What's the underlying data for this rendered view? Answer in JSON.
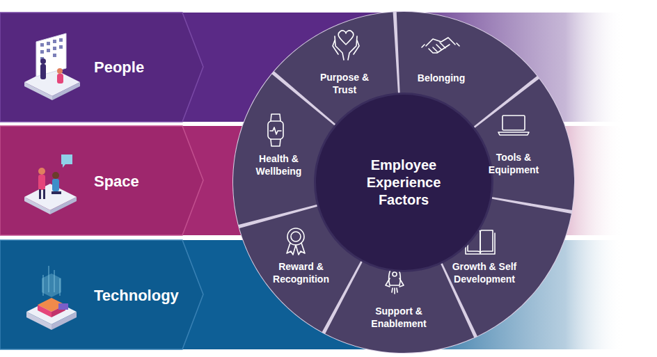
{
  "diagram": {
    "nodes": [
      {
        "text": [
          "People"
        ]
      },
      {
        "text": [
          "Space"
        ]
      },
      {
        "text": [
          "Technology"
        ]
      },
      {
        "text": [
          "Employee Experience Factors"
        ]
      },
      {
        "text": [
          "Purpose & Trust"
        ]
      },
      {
        "text": [
          "Belonging"
        ]
      },
      {
        "text": [
          "Tools & Equipment"
        ]
      },
      {
        "text": [
          "Growth & Self Development"
        ]
      },
      {
        "text": [
          "Support & Enablement"
        ]
      },
      {
        "text": [
          "Reward & Recognition"
        ]
      },
      {
        "text": [
          "Health & Wellbeing"
        ]
      }
    ]
  }
}
